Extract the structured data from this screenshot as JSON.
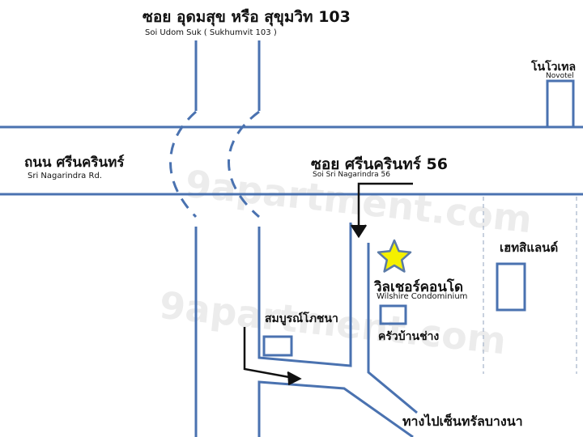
{
  "colors": {
    "road": "#4a72b0",
    "arrow": "#111111",
    "star_fill": "#f4f000",
    "star_stroke": "#5a7aa6"
  },
  "labels": {
    "soi_udom_suk_th": "ซอย อุดมสุข หรือ สุขุมวิท 103",
    "soi_udom_suk_en": "Soi Udom Suk ( Sukhumvit 103 )",
    "novotel_th": "โนโวเทล",
    "novotel_en": "Novotel",
    "srinagarindra_rd_th": "ถนน ศรีนครินทร์",
    "srinagarindra_rd_en": "Sri Nagarindra Rd.",
    "soi_56_th": "ซอย ศรีนครินทร์ 56",
    "soi_56_en": "Soi Sri Nagarindra 56",
    "tesco_lotus_th": "เฮทสิแลนด์",
    "wilshire_th": "วิลเชอร์คอนโด",
    "wilshire_en": "Wilshire Condominium",
    "somboon_th": "สมบูรณ์โภชนา",
    "krua_ban_chang_th": "ครัวบ้านช่าง",
    "to_bangna_th": "ทางไปเซ็นทรัลบางนา"
  },
  "watermark": "9apartment.com",
  "icons": {
    "destination": "star-icon"
  }
}
